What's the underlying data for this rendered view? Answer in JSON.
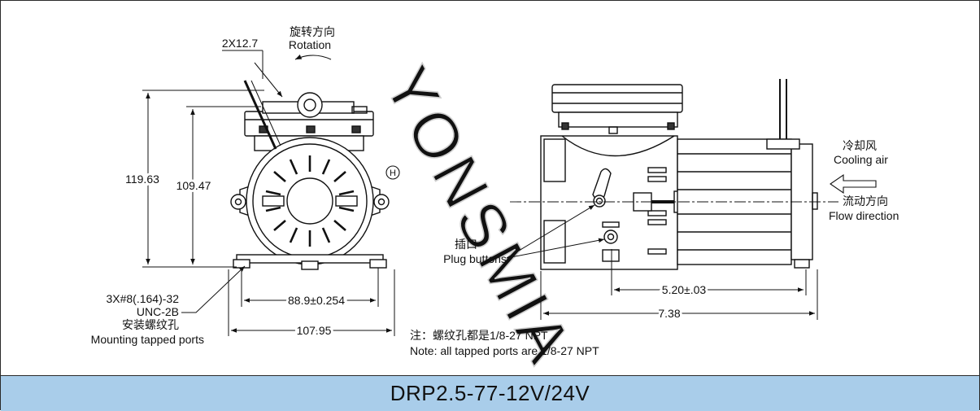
{
  "model": "DRP2.5-77-12V/24V",
  "watermark": "YONSMIA",
  "front_view": {
    "rotation_cn": "旋转方向",
    "rotation_en": "Rotation",
    "hole_spacing": "2X12.7",
    "height_overall": "119.63",
    "height_body": "109.47",
    "width_mount": "88.9±0.254",
    "width_overall": "107.95",
    "h_mark": "H",
    "mount_spec_1": "3X#8(.164)-32",
    "mount_spec_2": "UNC-2B",
    "mount_cn": "安装螺纹孔",
    "mount_en": "Mounting tapped ports"
  },
  "side_view": {
    "cooling_cn": "冷却风",
    "cooling_en": "Cooling air",
    "flow_cn": "流动方向",
    "flow_en": "Flow direction",
    "plug_cn": "插口",
    "plug_en": "Plug buttons",
    "dim_motor": "5.20±.03",
    "dim_overall": "7.38"
  },
  "note_cn": "注：螺纹孔都是1/8-27 NPT",
  "note_en": "Note: all tapped ports are 1/8-27 NPT"
}
